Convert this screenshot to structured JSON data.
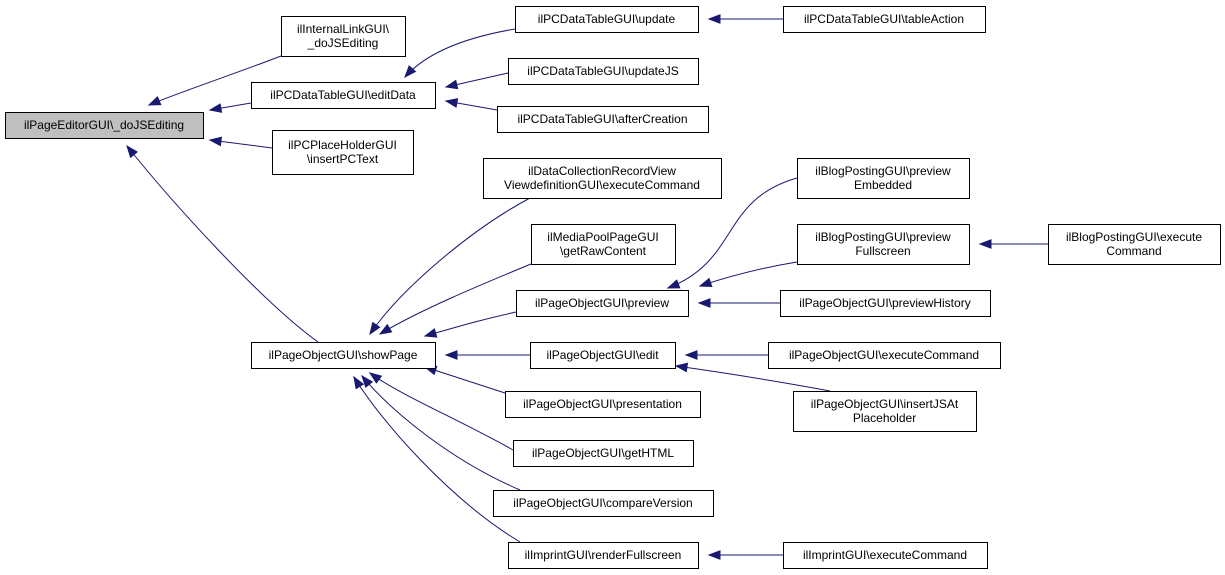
{
  "graph": {
    "edge_color": "#191970",
    "root_fill": "#bfbfbf",
    "nodes": [
      {
        "id": "root",
        "lines": [
          "ilPageEditorGUI\\_doJSEditing"
        ]
      },
      {
        "id": "internallink",
        "lines": [
          "ilInternalLinkGUI\\",
          "_doJSEditing"
        ]
      },
      {
        "id": "editData",
        "lines": [
          "ilPCDataTableGUI\\editData"
        ]
      },
      {
        "id": "placeholder",
        "lines": [
          "ilPCPlaceHolderGUI",
          "\\insertPCText"
        ]
      },
      {
        "id": "showPage",
        "lines": [
          "ilPageObjectGUI\\showPage"
        ]
      },
      {
        "id": "dtUpdate",
        "lines": [
          "ilPCDataTableGUI\\update"
        ]
      },
      {
        "id": "dtTableAction",
        "lines": [
          "ilPCDataTableGUI\\tableAction"
        ]
      },
      {
        "id": "dtUpdateJS",
        "lines": [
          "ilPCDataTableGUI\\updateJS"
        ]
      },
      {
        "id": "dtAfterCreation",
        "lines": [
          "ilPCDataTableGUI\\afterCreation"
        ]
      },
      {
        "id": "dcRecordView",
        "lines": [
          "ilDataCollectionRecordView",
          "ViewdefinitionGUI\\executeCommand"
        ]
      },
      {
        "id": "mediaPool",
        "lines": [
          "ilMediaPoolPageGUI",
          "\\getRawContent"
        ]
      },
      {
        "id": "poPreview",
        "lines": [
          "ilPageObjectGUI\\preview"
        ]
      },
      {
        "id": "poEdit",
        "lines": [
          "ilPageObjectGUI\\edit"
        ]
      },
      {
        "id": "poPresentation",
        "lines": [
          "ilPageObjectGUI\\presentation"
        ]
      },
      {
        "id": "poGetHTML",
        "lines": [
          "ilPageObjectGUI\\getHTML"
        ]
      },
      {
        "id": "poCompare",
        "lines": [
          "ilPageObjectGUI\\compareVersion"
        ]
      },
      {
        "id": "imprintRender",
        "lines": [
          "ilImprintGUI\\renderFullscreen"
        ]
      },
      {
        "id": "blogEmbedded",
        "lines": [
          "ilBlogPostingGUI\\preview",
          "Embedded"
        ]
      },
      {
        "id": "blogFullscreen",
        "lines": [
          "ilBlogPostingGUI\\preview",
          "Fullscreen"
        ]
      },
      {
        "id": "blogExecute",
        "lines": [
          "ilBlogPostingGUI\\execute",
          "Command"
        ]
      },
      {
        "id": "poPreviewHistory",
        "lines": [
          "ilPageObjectGUI\\previewHistory"
        ]
      },
      {
        "id": "poExecute",
        "lines": [
          "ilPageObjectGUI\\executeCommand"
        ]
      },
      {
        "id": "poInsertJS",
        "lines": [
          "ilPageObjectGUI\\insertJSAt",
          "Placeholder"
        ]
      },
      {
        "id": "imprintExecute",
        "lines": [
          "ilImprintGUI\\executeCommand"
        ]
      }
    ],
    "edges": [
      {
        "from": "internallink",
        "to": "root"
      },
      {
        "from": "editData",
        "to": "root"
      },
      {
        "from": "placeholder",
        "to": "root"
      },
      {
        "from": "showPage",
        "to": "root"
      },
      {
        "from": "dtUpdate",
        "to": "editData"
      },
      {
        "from": "dtUpdateJS",
        "to": "editData"
      },
      {
        "from": "dtAfterCreation",
        "to": "editData"
      },
      {
        "from": "dtTableAction",
        "to": "dtUpdate"
      },
      {
        "from": "dcRecordView",
        "to": "showPage"
      },
      {
        "from": "mediaPool",
        "to": "showPage"
      },
      {
        "from": "poPreview",
        "to": "showPage"
      },
      {
        "from": "poEdit",
        "to": "showPage"
      },
      {
        "from": "poPresentation",
        "to": "showPage"
      },
      {
        "from": "poGetHTML",
        "to": "showPage"
      },
      {
        "from": "poCompare",
        "to": "showPage"
      },
      {
        "from": "imprintRender",
        "to": "showPage"
      },
      {
        "from": "blogEmbedded",
        "to": "poPreview"
      },
      {
        "from": "blogFullscreen",
        "to": "poPreview"
      },
      {
        "from": "poPreviewHistory",
        "to": "poPreview"
      },
      {
        "from": "blogExecute",
        "to": "blogFullscreen"
      },
      {
        "from": "poExecute",
        "to": "poEdit"
      },
      {
        "from": "poInsertJS",
        "to": "poEdit"
      },
      {
        "from": "imprintExecute",
        "to": "imprintRender"
      }
    ]
  }
}
